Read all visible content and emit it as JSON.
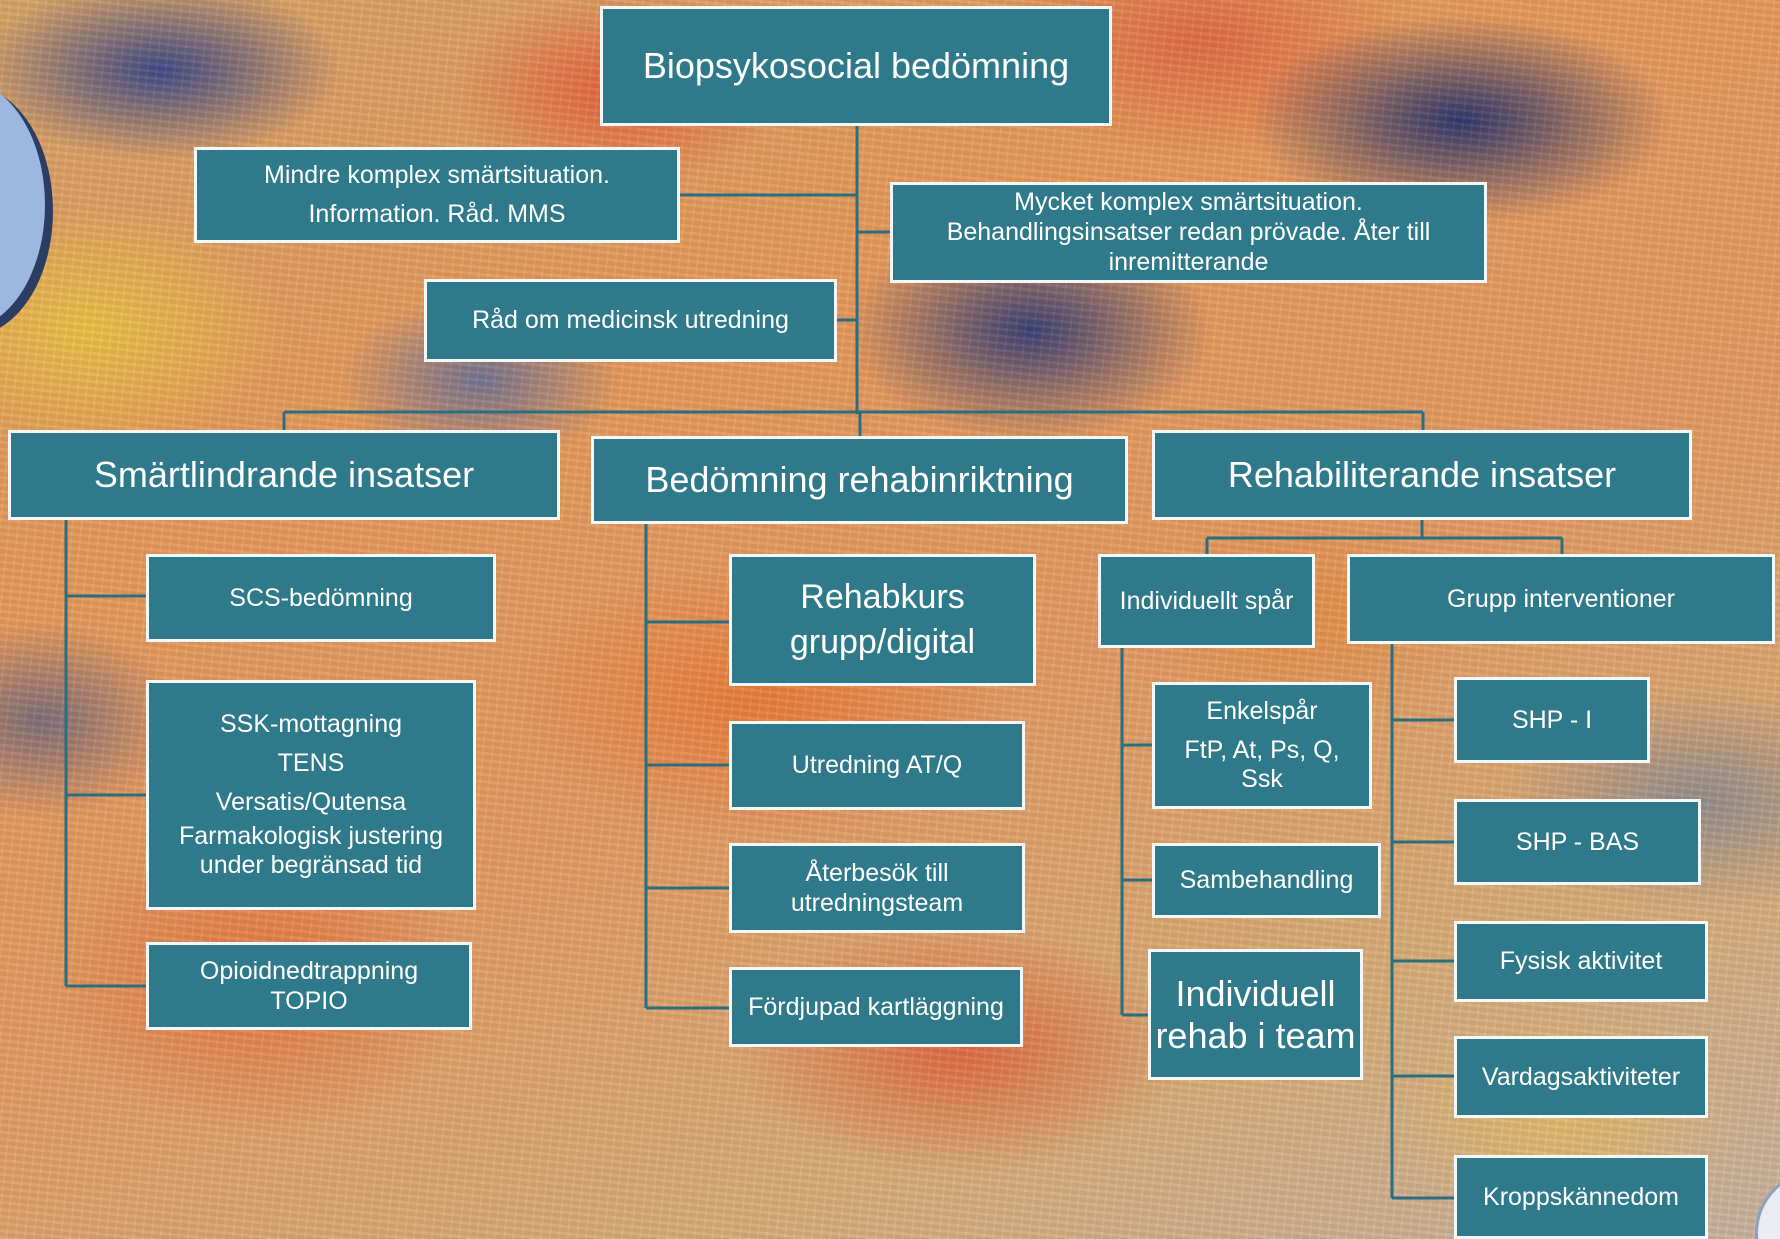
{
  "diagram": {
    "root": "Biopsykosocial bedömning",
    "top_branches": {
      "mindre_komplex": [
        "Mindre komplex smärtsituation.",
        "Information. Råd. MMS"
      ],
      "mycket_komplex": [
        "Mycket komplex smärtsituation.",
        "Behandlingsinsatser redan prövade. Åter till",
        "inremitterande"
      ],
      "rad_medicinsk": "Råd om medicinsk utredning"
    },
    "categories": {
      "smartlindrande": {
        "title": "Smärtlindrande insatser",
        "items": {
          "scs": "SCS-bedömning",
          "ssk": [
            "SSK-mottagning",
            "TENS",
            "Versatis/Qutensa",
            "Farmakologisk justering",
            "under begränsad tid"
          ],
          "opioid": [
            "Opioidnedtrappning",
            "TOPIO"
          ]
        }
      },
      "bedomning": {
        "title": "Bedömning rehabinriktning",
        "items": {
          "rehabkurs": [
            "Rehabkurs",
            "grupp/digital"
          ],
          "utredning": "Utredning AT/Q",
          "aterbesok": [
            "Återbesök till",
            "utredningsteam"
          ],
          "fordjupad": "Fördjupad kartläggning"
        }
      },
      "rehabiliterande": {
        "title": "Rehabiliterande insatser",
        "individuellt": {
          "title": "Individuellt spår",
          "enkelspar": [
            "Enkelspår",
            "FtP, At, Ps, Q,",
            "Ssk"
          ],
          "sambehandling": "Sambehandling",
          "individuell_team": [
            "Individuell",
            "rehab i team"
          ]
        },
        "grupp": {
          "title": "Grupp interventioner",
          "items": {
            "shp_i": "SHP - I",
            "shp_bas": "SHP - BAS",
            "fysisk": "Fysisk aktivitet",
            "vardag": "Vardagsaktiviteter",
            "kropp": "Kroppskännedom"
          }
        }
      }
    },
    "colors": {
      "box_fill": "#2f7a8a",
      "box_border": "#f4f7f8",
      "connector": "#2a6f80",
      "text": "#ffffff"
    }
  }
}
